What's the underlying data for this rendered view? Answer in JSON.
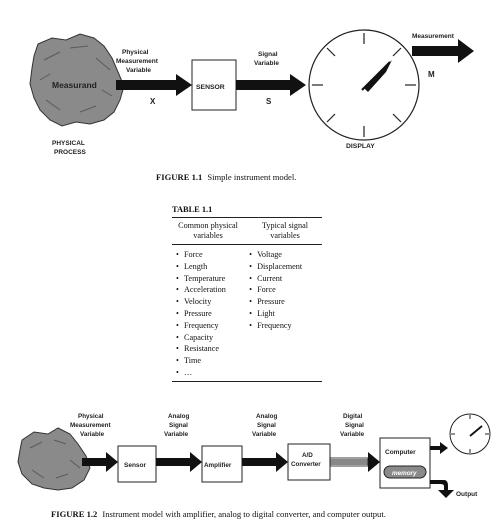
{
  "figure1": {
    "measurand": "Measurand",
    "physical_process": [
      "PHYSICAL",
      "PROCESS"
    ],
    "phys_var": [
      "Physical",
      "Measurement",
      "Variable"
    ],
    "x_label": "X",
    "sensor": "SENSOR",
    "signal_var": [
      "Signal",
      "Variable"
    ],
    "s_label": "S",
    "display": "DISPLAY",
    "measurement": "Measurement",
    "m_label": "M",
    "caption_num": "FIGURE 1.1",
    "caption_text": "Simple instrument model."
  },
  "table": {
    "title": "TABLE 1.1",
    "col1_header": "Common physical variables",
    "col2_header": "Typical signal variables",
    "col1_items": [
      "Force",
      "Length",
      "Temperature",
      "Acceleration",
      "Velocity",
      "Pressure",
      "Frequency",
      "Capacity",
      "Resistance",
      "Time",
      "…"
    ],
    "col2_items": [
      "Voltage",
      "Displacement",
      "Current",
      "Force",
      "Pressure",
      "Light",
      "Frequency"
    ]
  },
  "figure2": {
    "phys_var": [
      "Physical",
      "Measurement",
      "Variable"
    ],
    "analog1": [
      "Analog",
      "Signal",
      "Variable"
    ],
    "analog2": [
      "Analog",
      "Signal",
      "Variable"
    ],
    "digital": [
      "Digital",
      "Signal",
      "Variable"
    ],
    "sensor": "Sensor",
    "amplifier": "Amplifier",
    "ad": [
      "A/D",
      "Converter"
    ],
    "computer": "Computer",
    "memory": "memory",
    "output": "Output",
    "caption_num": "FIGURE 1.2",
    "caption_text": "Instrument model with amplifier, analog to digital converter, and computer output."
  }
}
